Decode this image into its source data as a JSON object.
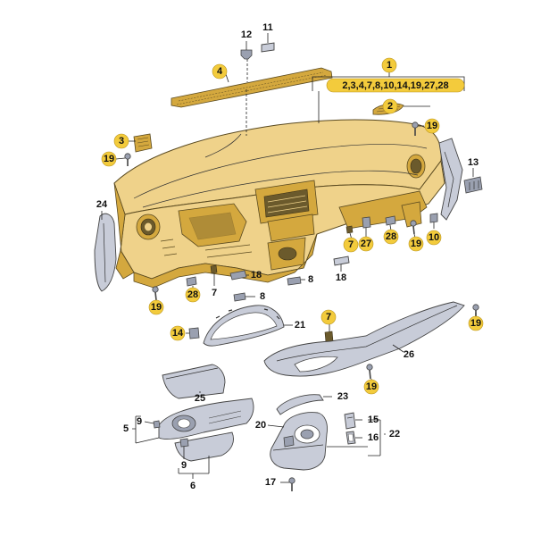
{
  "callouts": {
    "c1": "1",
    "c1_list": "2,3,4,7,8,10,14,19,27,28",
    "c2": "2",
    "c3": "3",
    "c4": "4",
    "c5": "5",
    "c6": "6",
    "c7a": "7",
    "c7b": "7",
    "c7c": "7",
    "c8a": "8",
    "c8b": "8",
    "c9a": "9",
    "c9b": "9",
    "c10": "10",
    "c11": "11",
    "c12": "12",
    "c13": "13",
    "c14": "14",
    "c15": "15",
    "c16": "16",
    "c17": "17",
    "c18a": "18",
    "c18b": "18",
    "c19a": "19",
    "c19b": "19",
    "c19c": "19",
    "c19d": "19",
    "c19e": "19",
    "c19f": "19",
    "c20": "20",
    "c21": "21",
    "c22": "22",
    "c23": "23",
    "c24": "24",
    "c25": "25",
    "c26": "26",
    "c27": "27",
    "c28a": "28",
    "c28b": "28"
  },
  "colors": {
    "highlight_badge": "#f3cb3c",
    "dashboard_tan": "#efd28a",
    "trim_grey": "#c8ccd8"
  }
}
